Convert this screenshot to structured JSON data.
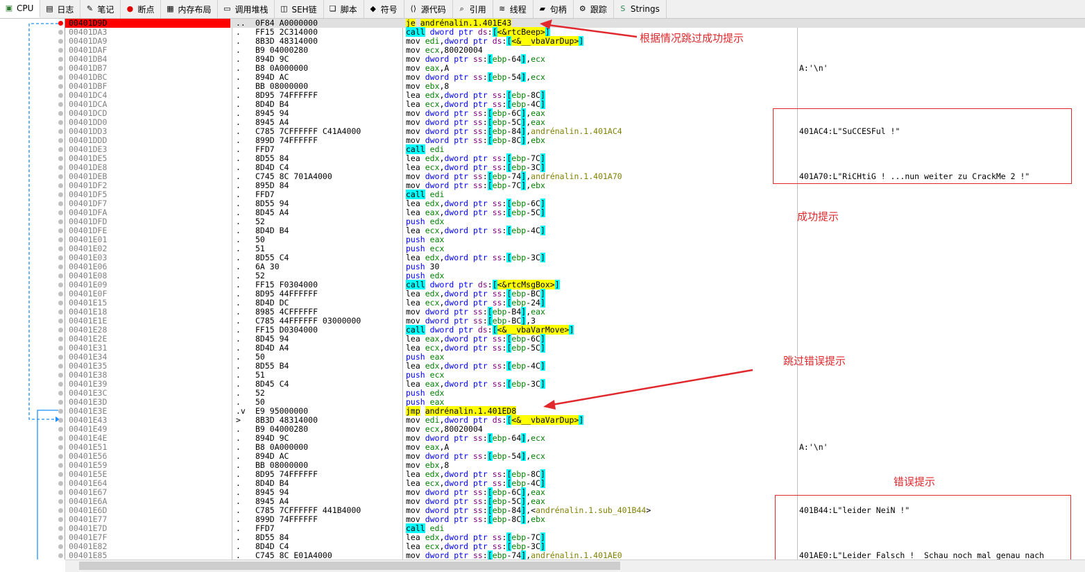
{
  "tabs": [
    {
      "label": "CPU",
      "icon": "cpu-icon",
      "glyph": "▣",
      "active": true
    },
    {
      "label": "日志",
      "icon": "log-icon",
      "glyph": "▤"
    },
    {
      "label": "笔记",
      "icon": "notes-icon",
      "glyph": "✎"
    },
    {
      "label": "断点",
      "icon": "breakpoint-icon",
      "glyph": "●"
    },
    {
      "label": "内存布局",
      "icon": "memory-map-icon",
      "glyph": "▦"
    },
    {
      "label": "调用堆栈",
      "icon": "call-stack-icon",
      "glyph": "▭"
    },
    {
      "label": "SEH链",
      "icon": "seh-chain-icon",
      "glyph": "◫"
    },
    {
      "label": "脚本",
      "icon": "script-icon",
      "glyph": "❏"
    },
    {
      "label": "符号",
      "icon": "symbols-icon",
      "glyph": "◆"
    },
    {
      "label": "源代码",
      "icon": "source-code-icon",
      "glyph": "⟨⟩"
    },
    {
      "label": "引用",
      "icon": "references-icon",
      "glyph": "⌕"
    },
    {
      "label": "线程",
      "icon": "threads-icon",
      "glyph": "≋"
    },
    {
      "label": "句柄",
      "icon": "handles-icon",
      "glyph": "▰"
    },
    {
      "label": "跟踪",
      "icon": "trace-icon",
      "glyph": "⚙"
    },
    {
      "label": "Strings",
      "icon": "strings-icon",
      "glyph": "S"
    }
  ],
  "colors": {
    "annotation": "#e0282d",
    "selected": "#ff0000",
    "call_bg": "#00ffff",
    "jump_bg": "#ffff00"
  },
  "rows": [
    {
      "addr": "00401D9D",
      "mark": "..",
      "bytes": "0F84 A0000000",
      "dis": "je andrénalin.1.401E43",
      "comment": "",
      "sel": true
    },
    {
      "addr": "00401DA3",
      "mark": ".",
      "bytes": "FF15 2C314000",
      "dis": "call dword ptr ds:[<&rtcBeep>]",
      "comment": ""
    },
    {
      "addr": "00401DA9",
      "mark": ".",
      "bytes": "8B3D 48314000",
      "dis": "mov edi,dword ptr ds:[<&__vbaVarDup>]",
      "comment": ""
    },
    {
      "addr": "00401DAF",
      "mark": ".",
      "bytes": "B9 04000280",
      "dis": "mov ecx,80020004",
      "comment": ""
    },
    {
      "addr": "00401DB4",
      "mark": ".",
      "bytes": "894D 9C",
      "dis": "mov dword ptr ss:[ebp-64],ecx",
      "comment": ""
    },
    {
      "addr": "00401DB7",
      "mark": ".",
      "bytes": "B8 0A000000",
      "dis": "mov eax,A",
      "comment": "A:'\\n'"
    },
    {
      "addr": "00401DBC",
      "mark": ".",
      "bytes": "894D AC",
      "dis": "mov dword ptr ss:[ebp-54],ecx",
      "comment": ""
    },
    {
      "addr": "00401DBF",
      "mark": ".",
      "bytes": "BB 08000000",
      "dis": "mov ebx,8",
      "comment": ""
    },
    {
      "addr": "00401DC4",
      "mark": ".",
      "bytes": "8D95 74FFFFFF",
      "dis": "lea edx,dword ptr ss:[ebp-8C]",
      "comment": ""
    },
    {
      "addr": "00401DCA",
      "mark": ".",
      "bytes": "8D4D B4",
      "dis": "lea ecx,dword ptr ss:[ebp-4C]",
      "comment": ""
    },
    {
      "addr": "00401DCD",
      "mark": ".",
      "bytes": "8945 94",
      "dis": "mov dword ptr ss:[ebp-6C],eax",
      "comment": ""
    },
    {
      "addr": "00401DD0",
      "mark": ".",
      "bytes": "8945 A4",
      "dis": "mov dword ptr ss:[ebp-5C],eax",
      "comment": ""
    },
    {
      "addr": "00401DD3",
      "mark": ".",
      "bytes": "C785 7CFFFFFF C41A4000",
      "dis": "mov dword ptr ss:[ebp-84],andrénalin.1.401AC4",
      "comment": "401AC4:L\"SuCCESFul !\""
    },
    {
      "addr": "00401DDD",
      "mark": ".",
      "bytes": "899D 74FFFFFF",
      "dis": "mov dword ptr ss:[ebp-8C],ebx",
      "comment": ""
    },
    {
      "addr": "00401DE3",
      "mark": ".",
      "bytes": "FFD7",
      "dis": "call edi",
      "comment": ""
    },
    {
      "addr": "00401DE5",
      "mark": ".",
      "bytes": "8D55 84",
      "dis": "lea edx,dword ptr ss:[ebp-7C]",
      "comment": ""
    },
    {
      "addr": "00401DE8",
      "mark": ".",
      "bytes": "8D4D C4",
      "dis": "lea ecx,dword ptr ss:[ebp-3C]",
      "comment": ""
    },
    {
      "addr": "00401DEB",
      "mark": ".",
      "bytes": "C745 8C 701A4000",
      "dis": "mov dword ptr ss:[ebp-74],andrénalin.1.401A70",
      "comment": "401A70:L\"RiCHtiG ! ...nun weiter zu CrackMe 2 !\""
    },
    {
      "addr": "00401DF2",
      "mark": ".",
      "bytes": "895D 84",
      "dis": "mov dword ptr ss:[ebp-7C],ebx",
      "comment": ""
    },
    {
      "addr": "00401DF5",
      "mark": ".",
      "bytes": "FFD7",
      "dis": "call edi",
      "comment": ""
    },
    {
      "addr": "00401DF7",
      "mark": ".",
      "bytes": "8D55 94",
      "dis": "lea edx,dword ptr ss:[ebp-6C]",
      "comment": ""
    },
    {
      "addr": "00401DFA",
      "mark": ".",
      "bytes": "8D45 A4",
      "dis": "lea eax,dword ptr ss:[ebp-5C]",
      "comment": ""
    },
    {
      "addr": "00401DFD",
      "mark": ".",
      "bytes": "52",
      "dis": "push edx",
      "comment": ""
    },
    {
      "addr": "00401DFE",
      "mark": ".",
      "bytes": "8D4D B4",
      "dis": "lea ecx,dword ptr ss:[ebp-4C]",
      "comment": ""
    },
    {
      "addr": "00401E01",
      "mark": ".",
      "bytes": "50",
      "dis": "push eax",
      "comment": ""
    },
    {
      "addr": "00401E02",
      "mark": ".",
      "bytes": "51",
      "dis": "push ecx",
      "comment": ""
    },
    {
      "addr": "00401E03",
      "mark": ".",
      "bytes": "8D55 C4",
      "dis": "lea edx,dword ptr ss:[ebp-3C]",
      "comment": ""
    },
    {
      "addr": "00401E06",
      "mark": ".",
      "bytes": "6A 30",
      "dis": "push 30",
      "comment": ""
    },
    {
      "addr": "00401E08",
      "mark": ".",
      "bytes": "52",
      "dis": "push edx",
      "comment": ""
    },
    {
      "addr": "00401E09",
      "mark": ".",
      "bytes": "FF15 F0304000",
      "dis": "call dword ptr ds:[<&rtcMsgBox>]",
      "comment": ""
    },
    {
      "addr": "00401E0F",
      "mark": ".",
      "bytes": "8D95 44FFFFFF",
      "dis": "lea edx,dword ptr ss:[ebp-BC]",
      "comment": ""
    },
    {
      "addr": "00401E15",
      "mark": ".",
      "bytes": "8D4D DC",
      "dis": "lea ecx,dword ptr ss:[ebp-24]",
      "comment": ""
    },
    {
      "addr": "00401E18",
      "mark": ".",
      "bytes": "8985 4CFFFFFF",
      "dis": "mov dword ptr ss:[ebp-B4],eax",
      "comment": ""
    },
    {
      "addr": "00401E1E",
      "mark": ".",
      "bytes": "C785 44FFFFFF 03000000",
      "dis": "mov dword ptr ss:[ebp-BC],3",
      "comment": ""
    },
    {
      "addr": "00401E28",
      "mark": ".",
      "bytes": "FF15 D0304000",
      "dis": "call dword ptr ds:[<&__vbaVarMove>]",
      "comment": ""
    },
    {
      "addr": "00401E2E",
      "mark": ".",
      "bytes": "8D45 94",
      "dis": "lea eax,dword ptr ss:[ebp-6C]",
      "comment": ""
    },
    {
      "addr": "00401E31",
      "mark": ".",
      "bytes": "8D4D A4",
      "dis": "lea ecx,dword ptr ss:[ebp-5C]",
      "comment": ""
    },
    {
      "addr": "00401E34",
      "mark": ".",
      "bytes": "50",
      "dis": "push eax",
      "comment": ""
    },
    {
      "addr": "00401E35",
      "mark": ".",
      "bytes": "8D55 B4",
      "dis": "lea edx,dword ptr ss:[ebp-4C]",
      "comment": ""
    },
    {
      "addr": "00401E38",
      "mark": ".",
      "bytes": "51",
      "dis": "push ecx",
      "comment": ""
    },
    {
      "addr": "00401E39",
      "mark": ".",
      "bytes": "8D45 C4",
      "dis": "lea eax,dword ptr ss:[ebp-3C]",
      "comment": ""
    },
    {
      "addr": "00401E3C",
      "mark": ".",
      "bytes": "52",
      "dis": "push edx",
      "comment": ""
    },
    {
      "addr": "00401E3D",
      "mark": ".",
      "bytes": "50",
      "dis": "push eax",
      "comment": ""
    },
    {
      "addr": "00401E3E",
      "mark": ".v",
      "bytes": "E9 95000000",
      "dis": "jmp andrénalin.1.401ED8",
      "comment": ""
    },
    {
      "addr": "00401E43",
      "mark": ">",
      "bytes": "8B3D 48314000",
      "dis": "mov edi,dword ptr ds:[<&__vbaVarDup>]",
      "comment": ""
    },
    {
      "addr": "00401E49",
      "mark": ".",
      "bytes": "B9 04000280",
      "dis": "mov ecx,80020004",
      "comment": ""
    },
    {
      "addr": "00401E4E",
      "mark": ".",
      "bytes": "894D 9C",
      "dis": "mov dword ptr ss:[ebp-64],ecx",
      "comment": ""
    },
    {
      "addr": "00401E51",
      "mark": ".",
      "bytes": "B8 0A000000",
      "dis": "mov eax,A",
      "comment": "A:'\\n'"
    },
    {
      "addr": "00401E56",
      "mark": ".",
      "bytes": "894D AC",
      "dis": "mov dword ptr ss:[ebp-54],ecx",
      "comment": ""
    },
    {
      "addr": "00401E59",
      "mark": ".",
      "bytes": "BB 08000000",
      "dis": "mov ebx,8",
      "comment": ""
    },
    {
      "addr": "00401E5E",
      "mark": ".",
      "bytes": "8D95 74FFFFFF",
      "dis": "lea edx,dword ptr ss:[ebp-8C]",
      "comment": ""
    },
    {
      "addr": "00401E64",
      "mark": ".",
      "bytes": "8D4D B4",
      "dis": "lea ecx,dword ptr ss:[ebp-4C]",
      "comment": ""
    },
    {
      "addr": "00401E67",
      "mark": ".",
      "bytes": "8945 94",
      "dis": "mov dword ptr ss:[ebp-6C],eax",
      "comment": ""
    },
    {
      "addr": "00401E6A",
      "mark": ".",
      "bytes": "8945 A4",
      "dis": "mov dword ptr ss:[ebp-5C],eax",
      "comment": ""
    },
    {
      "addr": "00401E6D",
      "mark": ".",
      "bytes": "C785 7CFFFFFF 441B4000",
      "dis": "mov dword ptr ss:[ebp-84],<andrénalin.1.sub_401B44>",
      "comment": "401B44:L\"leider NeiN !\""
    },
    {
      "addr": "00401E77",
      "mark": ".",
      "bytes": "899D 74FFFFFF",
      "dis": "mov dword ptr ss:[ebp-8C],ebx",
      "comment": ""
    },
    {
      "addr": "00401E7D",
      "mark": ".",
      "bytes": "FFD7",
      "dis": "call edi",
      "comment": ""
    },
    {
      "addr": "00401E7F",
      "mark": ".",
      "bytes": "8D55 84",
      "dis": "lea edx,dword ptr ss:[ebp-7C]",
      "comment": ""
    },
    {
      "addr": "00401E82",
      "mark": ".",
      "bytes": "8D4D C4",
      "dis": "lea ecx,dword ptr ss:[ebp-3C]",
      "comment": ""
    },
    {
      "addr": "00401E85",
      "mark": ".",
      "bytes": "C745 8C E01A4000",
      "dis": "mov dword ptr ss:[ebp-74],andrénalin.1.401AE0",
      "comment": "401AE0:L\"Leider Falsch !  Schau noch mal genau nach"
    }
  ],
  "annotations": {
    "skip_success": "根据情况跳过成功提示",
    "success": "成功提示",
    "skip_error": "跳过错误提示",
    "error": "错误提示"
  }
}
